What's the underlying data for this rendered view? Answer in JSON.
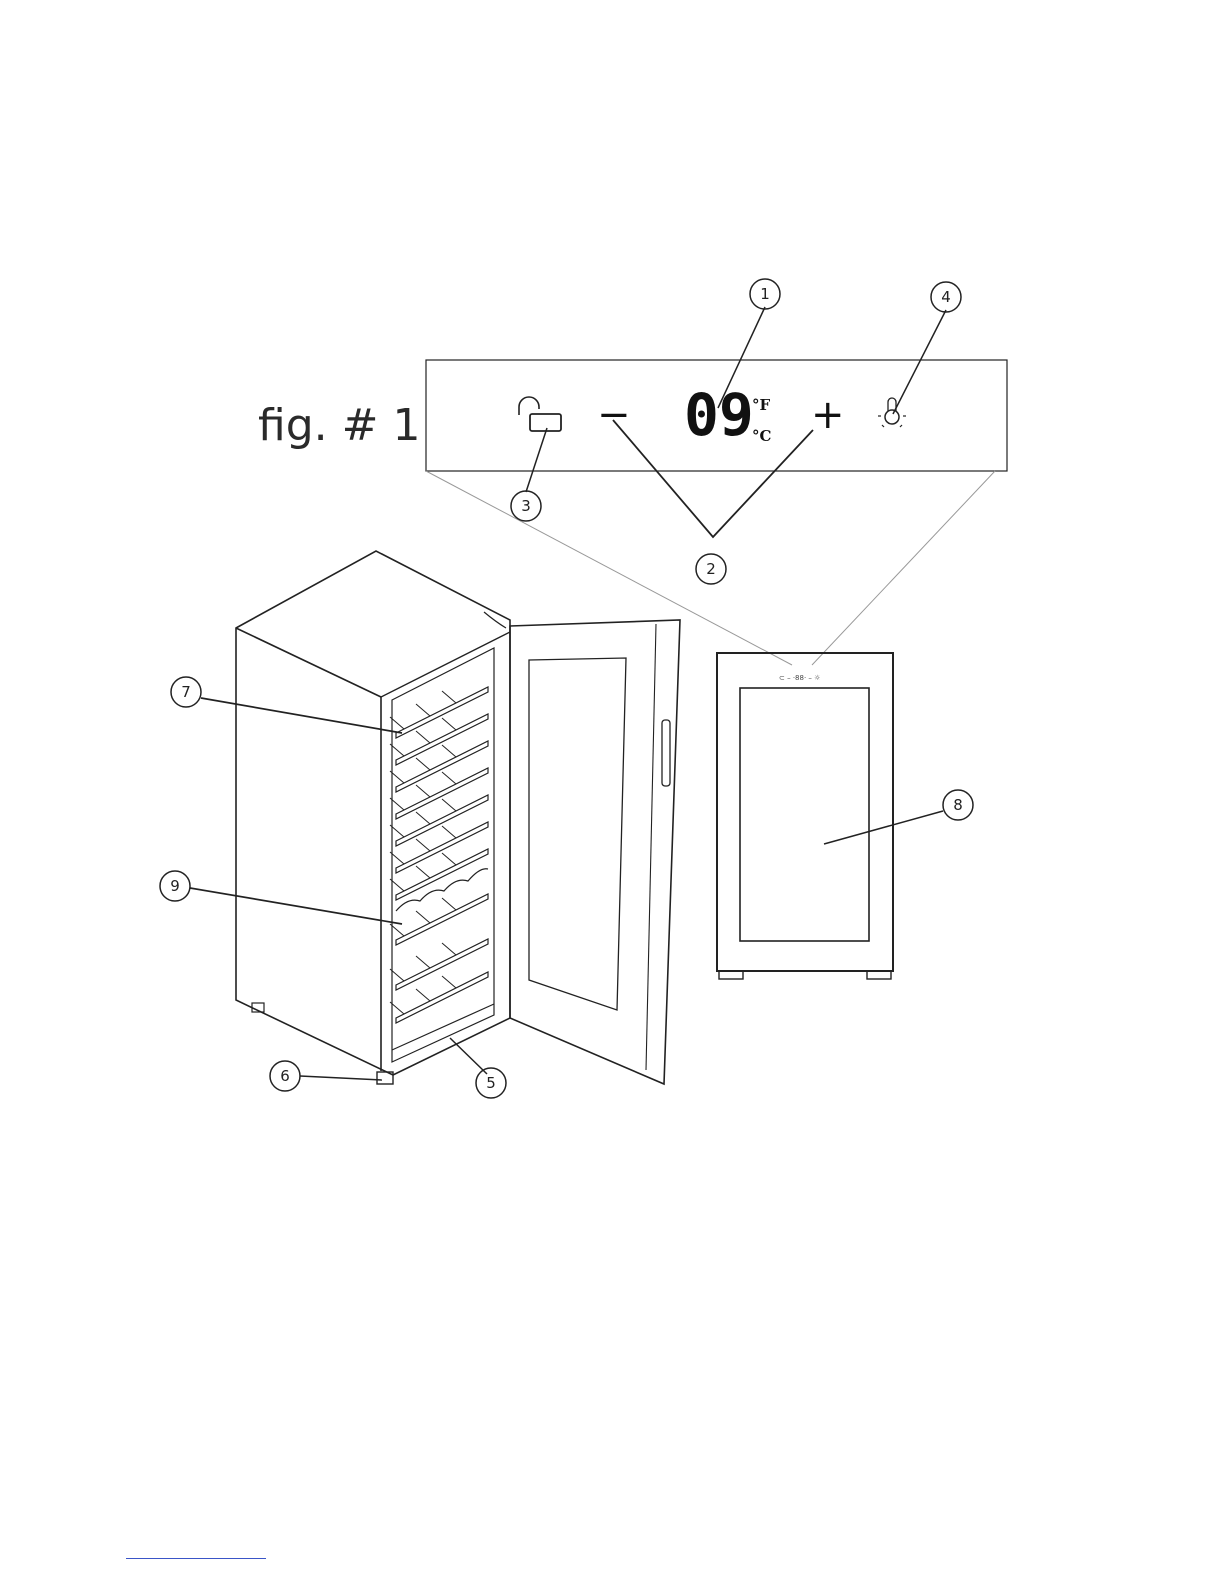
{
  "figure": {
    "title": "fig. # 1"
  },
  "panel": {
    "temperature_display": "09",
    "unit_fahrenheit": "°F",
    "unit_celsius": "°C",
    "minus_label": "−",
    "plus_label": "+",
    "icons": [
      "unlock-icon",
      "light-bulb-icon"
    ]
  },
  "front_mini_panel": {
    "text": "⊂ – ·88· – ☼"
  },
  "callouts": [
    "1",
    "2",
    "3",
    "4",
    "5",
    "6",
    "7",
    "8",
    "9"
  ],
  "colors": {
    "line": "#222222",
    "guide": "#999999",
    "rule": "#3a55c8"
  }
}
